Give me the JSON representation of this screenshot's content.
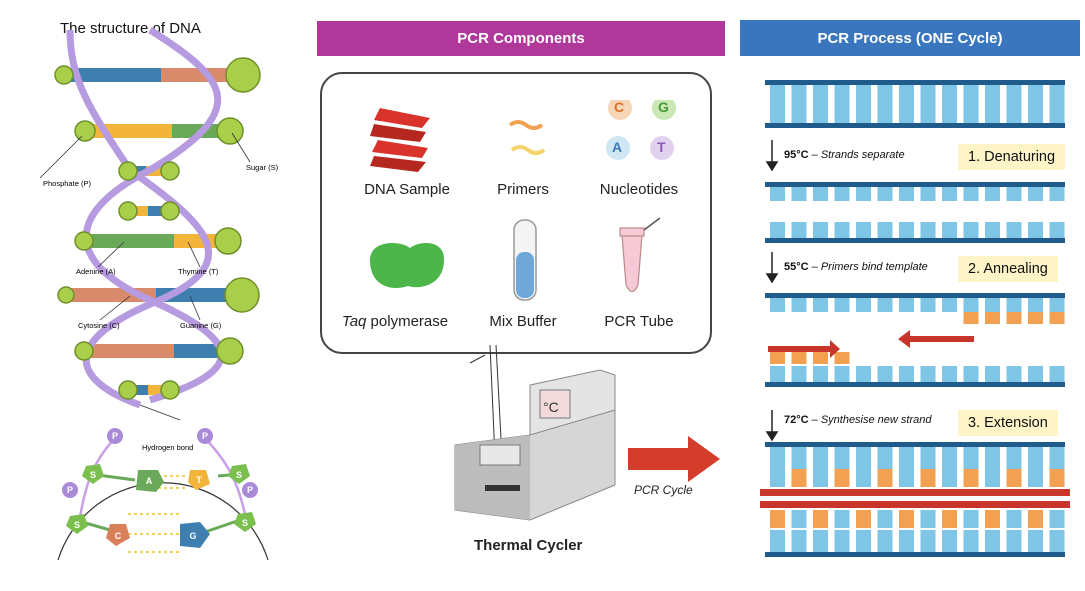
{
  "dna_panel": {
    "title": "The structure of DNA",
    "labels": {
      "phosphate": "Phosphate (P)",
      "sugar": "Sugar (S)",
      "adenine": "Adenine (A)",
      "thymine": "Thymine (T)",
      "cytosine": "Cytosine (C)",
      "guanine": "Guanine (G)",
      "hydrogen_bond": "Hydrogen bond"
    },
    "symbols": {
      "p": "P",
      "s": "S",
      "a": "A",
      "t": "T",
      "c": "C",
      "g": "G"
    }
  },
  "components": {
    "header": "PCR Components",
    "items": {
      "dna_sample": "DNA Sample",
      "primers": "Primers",
      "nucleotides": "Nucleotides",
      "taq_italic": "Taq",
      "taq_rest": " polymerase",
      "mix_buffer": "Mix Buffer",
      "pcr_tube": "PCR Tube"
    },
    "nucleotide_letters": {
      "c": "C",
      "g": "G",
      "a": "A",
      "t": "T"
    },
    "thermal_cycler": "Thermal Cycler",
    "display_unit": "°C",
    "pcr_cycle": "PCR Cycle"
  },
  "process": {
    "header": "PCR Process  (ONE Cycle)",
    "steps": [
      {
        "temp": "95°C",
        "desc": "Strands separate",
        "label": "1. Denaturing"
      },
      {
        "temp": "55°C",
        "desc": "Primers bind template",
        "label": "2. Annealing"
      },
      {
        "temp": "72°C",
        "desc": "Synthesise new strand",
        "label": "3. Extension"
      }
    ],
    "dash": " – "
  },
  "colors": {
    "components_header": "#b0389a",
    "process_header": "#3a76bd",
    "step_box": "#fff4c8",
    "strand_blue": "#7fc6e6",
    "strand_orange": "#f2a052",
    "backbone": "#1f5c8c",
    "primer_red": "#c8352a"
  }
}
